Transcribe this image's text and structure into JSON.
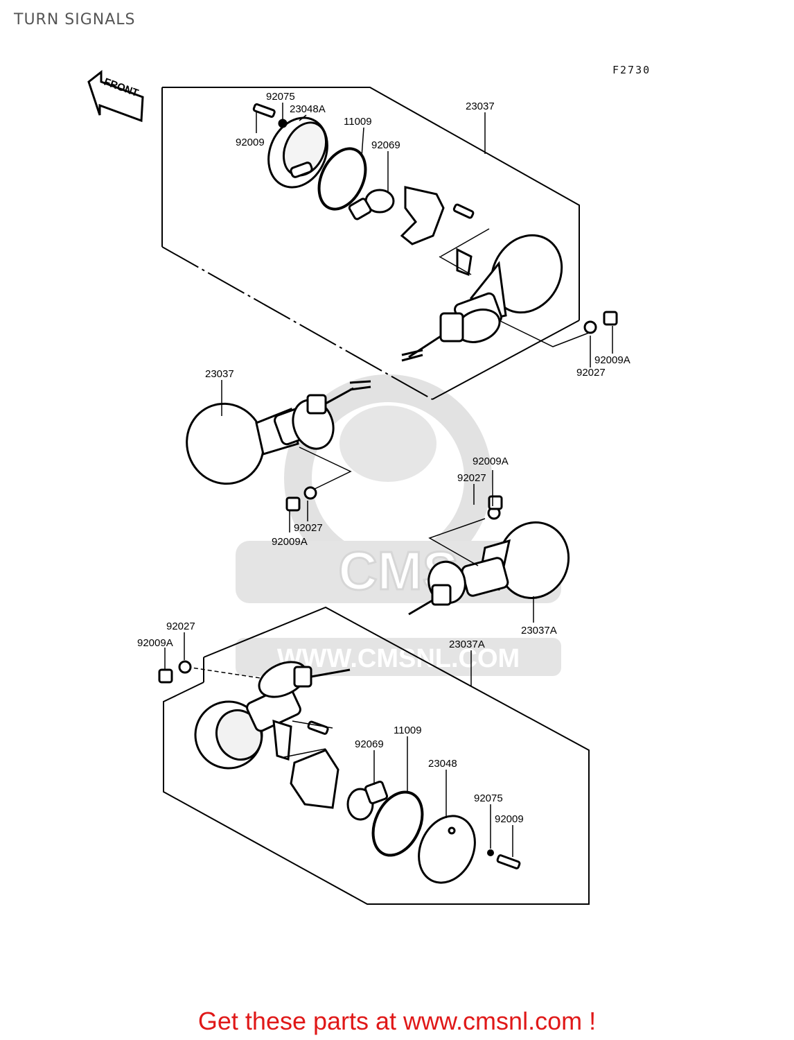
{
  "title": "TURN SIGNALS",
  "figure_code": "F2730",
  "front_arrow_label": "FRONT",
  "watermark": {
    "logo": "CMS",
    "url": "WWW.CMSNL.COM"
  },
  "footer_text": "Get these parts at www.cmsnl.com !",
  "colors": {
    "footer": "#e01818",
    "line": "#000000",
    "watermark": "#dcdcdc"
  },
  "callouts": [
    {
      "id": "c1",
      "label": "92075"
    },
    {
      "id": "c2",
      "label": "23048A"
    },
    {
      "id": "c3",
      "label": "92009"
    },
    {
      "id": "c4",
      "label": "11009"
    },
    {
      "id": "c5",
      "label": "92069"
    },
    {
      "id": "c6",
      "label": "23037"
    },
    {
      "id": "c7",
      "label": "92009A"
    },
    {
      "id": "c8",
      "label": "92027"
    },
    {
      "id": "c9",
      "label": "23037"
    },
    {
      "id": "c10",
      "label": "92009A"
    },
    {
      "id": "c11",
      "label": "92027"
    },
    {
      "id": "c12",
      "label": "92027"
    },
    {
      "id": "c13",
      "label": "92009A"
    },
    {
      "id": "c14",
      "label": "23037A"
    },
    {
      "id": "c15",
      "label": "92027"
    },
    {
      "id": "c16",
      "label": "92009A"
    },
    {
      "id": "c17",
      "label": "23037A"
    },
    {
      "id": "c18",
      "label": "11009"
    },
    {
      "id": "c19",
      "label": "92069"
    },
    {
      "id": "c20",
      "label": "23048"
    },
    {
      "id": "c21",
      "label": "92075"
    },
    {
      "id": "c22",
      "label": "92009"
    }
  ]
}
